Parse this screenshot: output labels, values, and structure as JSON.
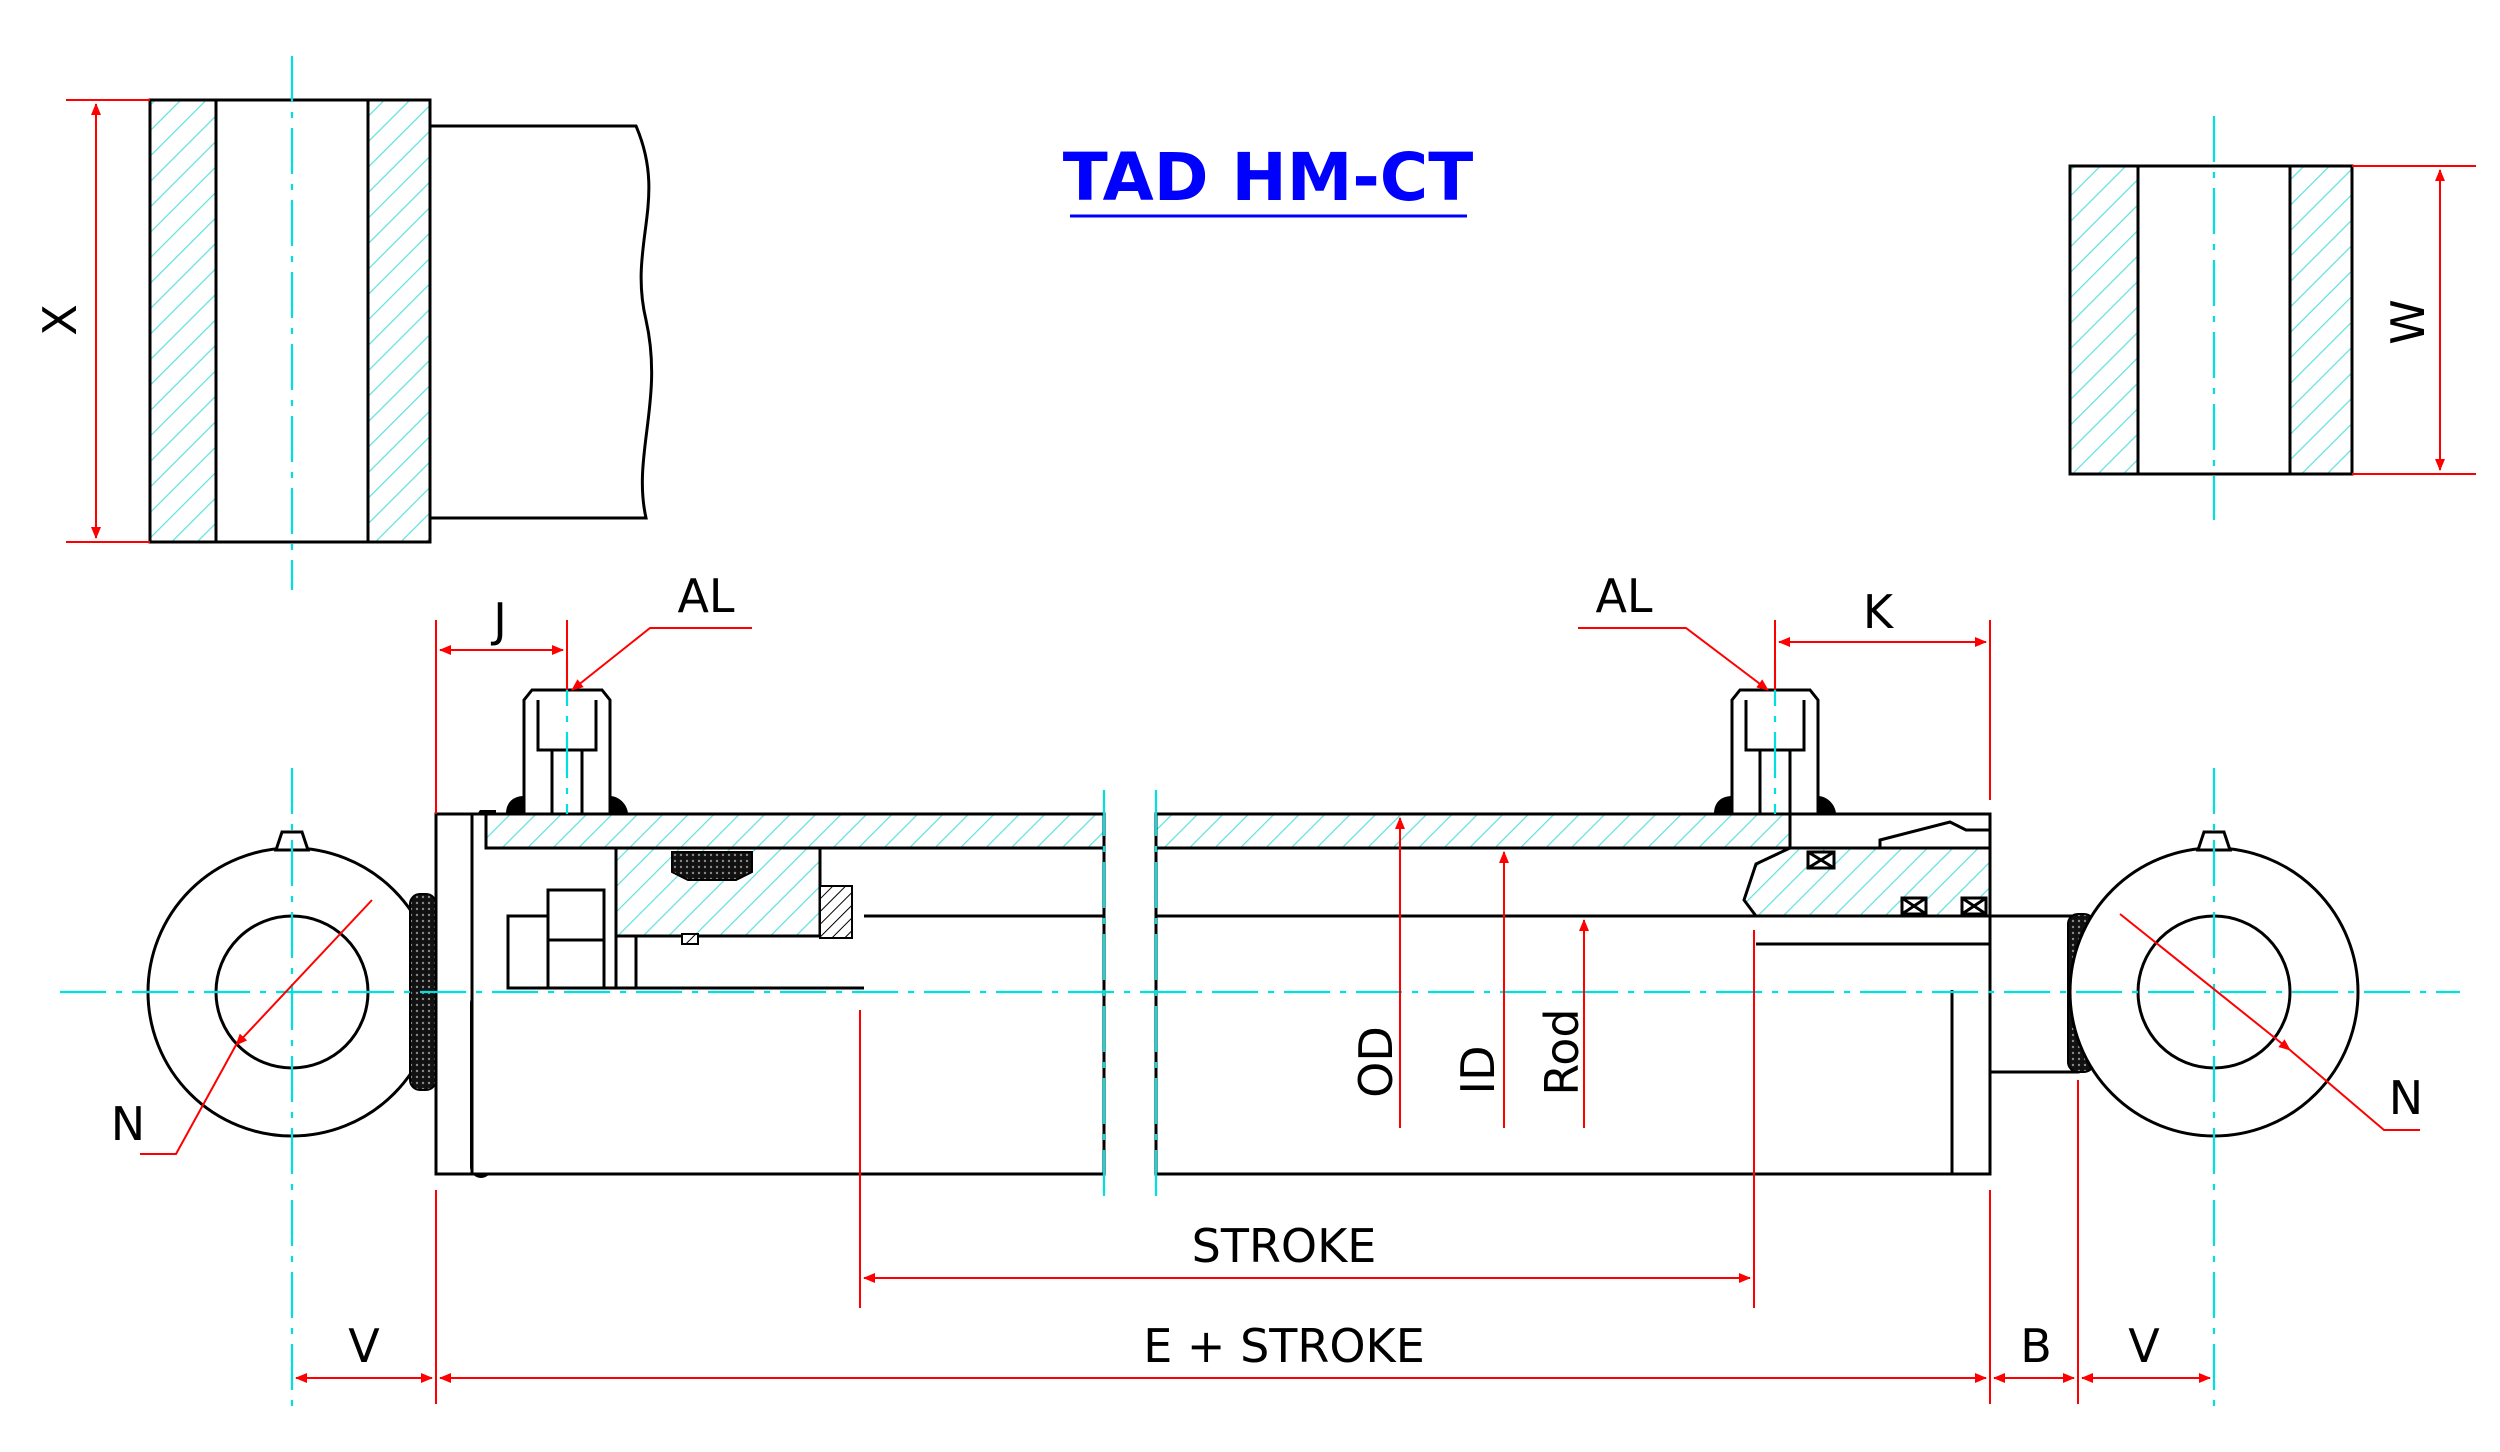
{
  "title": "TAD HM-CT",
  "colors": {
    "title": "#0000ff",
    "outline": "#000000",
    "centerline": "#00e0e0",
    "dimension": "#ff0000",
    "hatch": "#5ee0e0"
  },
  "labels": {
    "x": "X",
    "w": "W",
    "j": "J",
    "al_left": "AL",
    "al_right": "AL",
    "k": "K",
    "od": "OD",
    "id": "ID",
    "rod": "Rod",
    "n_left": "N",
    "n_right": "N",
    "stroke": "STROKE",
    "v_left": "V",
    "e_stroke": "E + STROKE",
    "b": "B",
    "v_right": "V"
  }
}
